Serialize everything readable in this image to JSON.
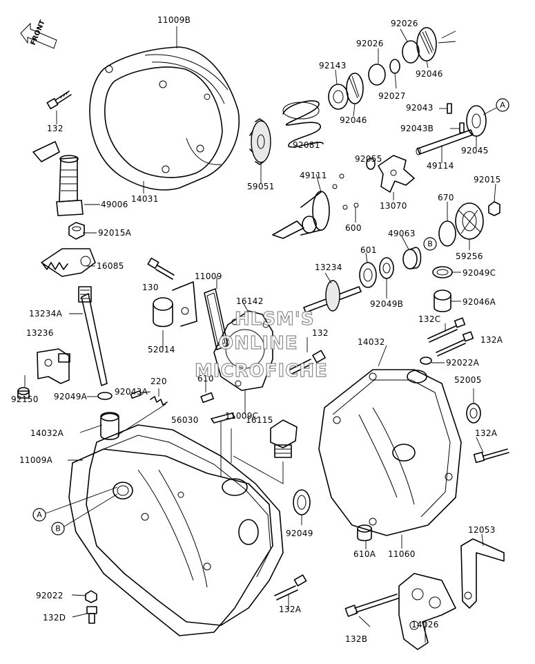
{
  "front_arrow": "FRONT",
  "watermark": [
    "HLSM'S",
    "ONLINE",
    "MICROFICHE"
  ],
  "callouts": [
    "A",
    "B",
    "A",
    "B"
  ],
  "labels": [
    "11009B",
    "132",
    "49006",
    "14031",
    "92015A",
    "16085",
    "13234A",
    "13236",
    "92150",
    "92049A",
    "92043A",
    "220",
    "130",
    "11009",
    "16142",
    "52014",
    "610",
    "132",
    "11009C",
    "56030",
    "16115",
    "14032A",
    "11009A",
    "92022",
    "132D",
    "92049",
    "132A",
    "92026",
    "92026",
    "92143",
    "92027",
    "92046",
    "92046",
    "92081",
    "92043",
    "92043B",
    "92045",
    "49114",
    "59051",
    "49111",
    "92055",
    "13070",
    "600",
    "670",
    "92015",
    "49063",
    "601",
    "13234",
    "92049B",
    "59256",
    "92049C",
    "92046A",
    "132C",
    "132A",
    "14032",
    "92022A",
    "52005",
    "132A",
    "610A",
    "11060",
    "12053",
    "132B",
    "14026"
  ]
}
